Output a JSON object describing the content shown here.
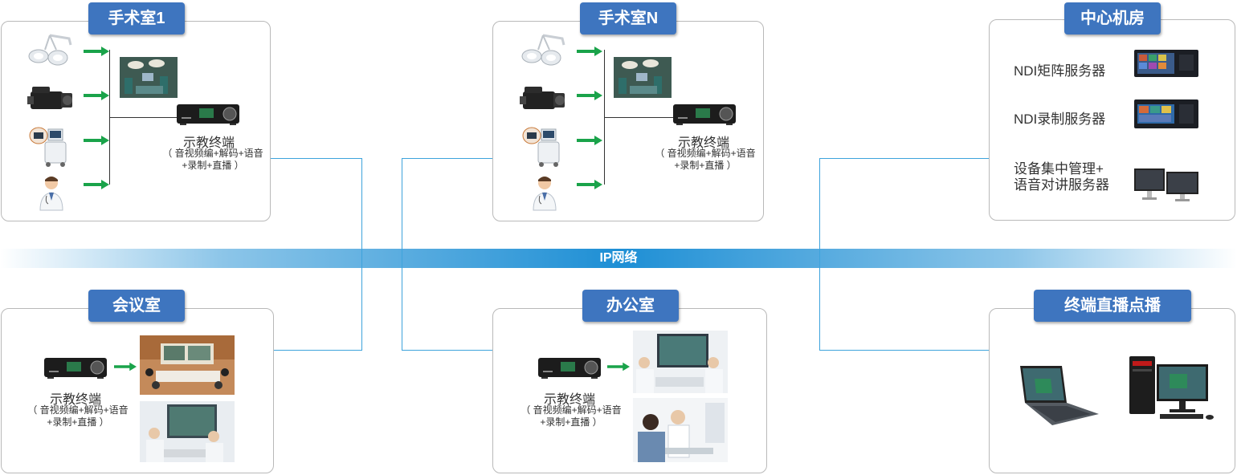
{
  "network": {
    "label": "IP网络"
  },
  "rooms": {
    "or1": {
      "title": "手术室1"
    },
    "orn": {
      "title": "手术室N"
    },
    "datacenter": {
      "title": "中心机房"
    },
    "meeting": {
      "title": "会议室"
    },
    "office": {
      "title": "办公室"
    },
    "live": {
      "title": "终端直播点播"
    }
  },
  "terminal": {
    "name": "示教终端",
    "desc_line1": "（ 音视频编+解码+语音",
    "desc_line2": "+录制+直播 ）"
  },
  "servers": {
    "matrix": "NDI矩阵服务器",
    "record": "NDI录制服务器",
    "mgmt_line1": "设备集中管理+",
    "mgmt_line2": "语音对讲服务器"
  },
  "colors": {
    "tag": "#3e75bf",
    "wire": "#3ea3dc",
    "arrow": "#1aa34a",
    "network": "#1e8fd5"
  }
}
